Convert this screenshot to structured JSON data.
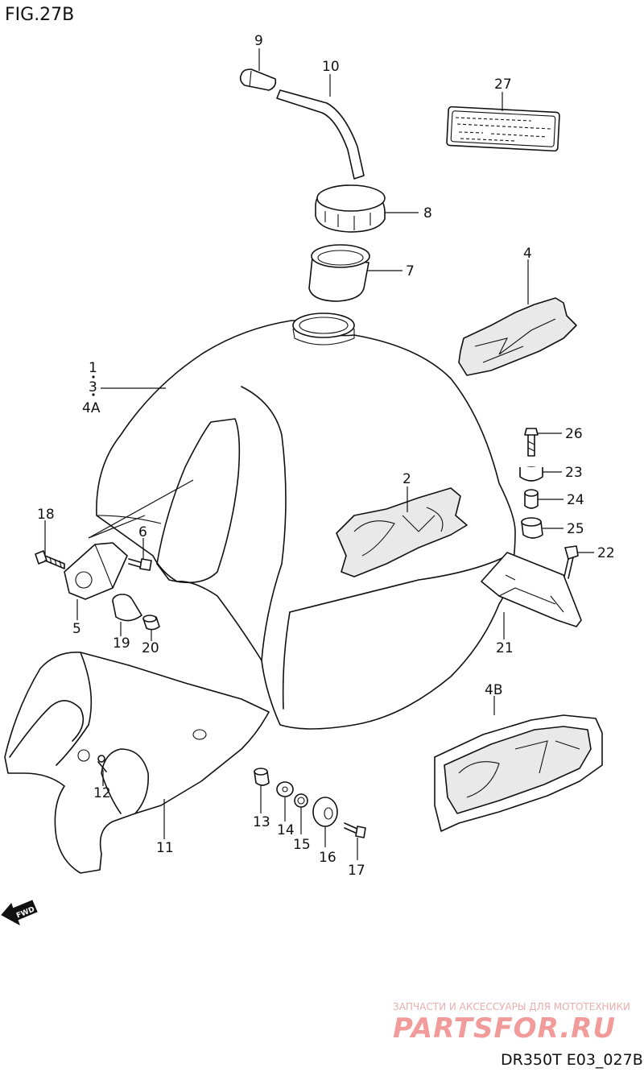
{
  "figure": {
    "title": "FIG.27B",
    "sheet_code": "DR350T E03_027B"
  },
  "callouts": {
    "c9": "9",
    "c10": "10",
    "c27": "27",
    "c8": "8",
    "c7": "7",
    "c4": "4",
    "c1": "1",
    "c3": "3",
    "c4a": "4A",
    "c2": "2",
    "c26": "26",
    "c23": "23",
    "c24": "24",
    "c25": "25",
    "c22": "22",
    "c18": "18",
    "c6": "6",
    "c5": "5",
    "c19": "19",
    "c20": "20",
    "c21": "21",
    "c4b": "4B",
    "c12": "12",
    "c11": "11",
    "c13": "13",
    "c14": "14",
    "c15": "15",
    "c16": "16",
    "c17": "17"
  },
  "direction_marker": {
    "label": "FWD",
    "icon": "fwd-arrow-icon"
  },
  "watermark": {
    "tagline": "ЗАПЧАСТИ И АКСЕССУАРЫ ДЛЯ МОТОТЕХНИКИ",
    "brand": "PARTSFOR.RU",
    "color": "#f08a8a"
  }
}
